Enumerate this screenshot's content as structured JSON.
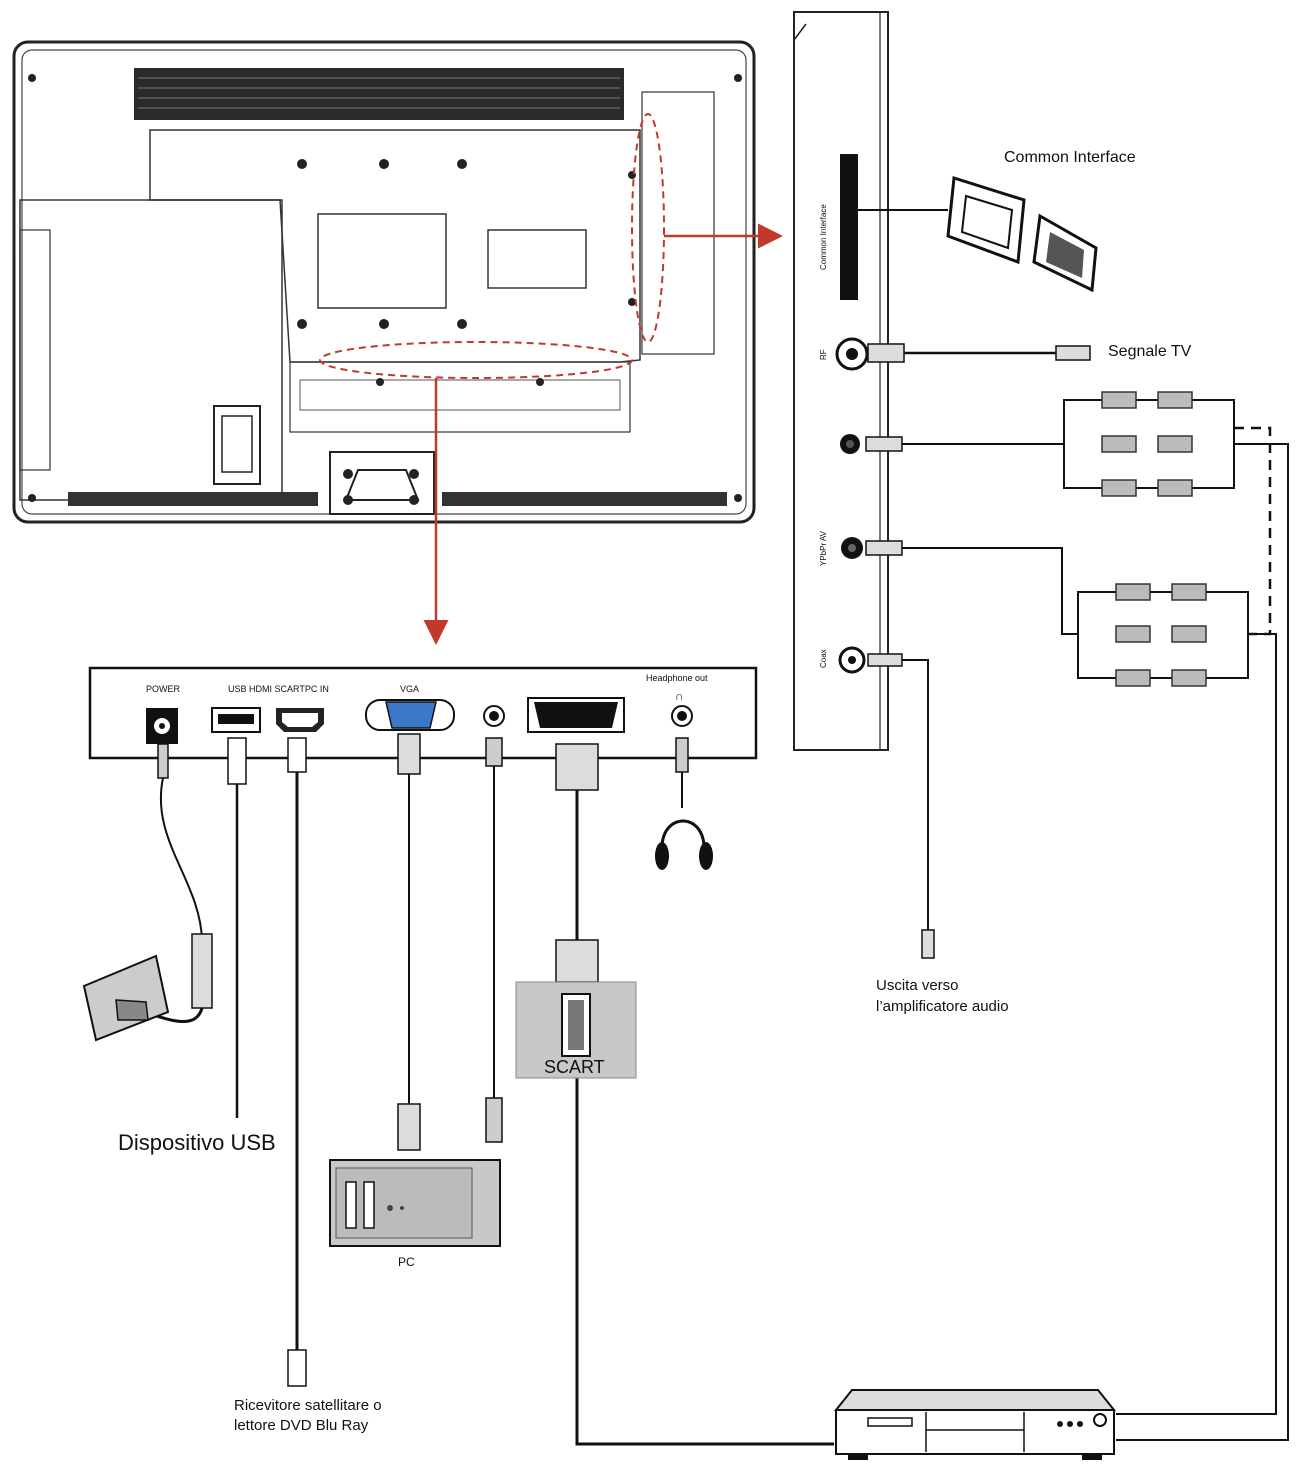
{
  "bottom_panel": {
    "ports": {
      "power": "POWER",
      "usb_hdmi_scart_pc": "USB HDMI SCARTPC IN",
      "vga": "VGA",
      "headphone": "Headphone out"
    }
  },
  "side_panel": {
    "slot_label": "Common Interface",
    "rf": "RF",
    "ypbpr_av": "YPbPr AV",
    "coax": "Coax"
  },
  "callouts": {
    "common_interface": "Common Interface",
    "segnale_tv": "Segnale TV",
    "uscita_line1": "Uscita verso",
    "uscita_line2": "l’amplificatore audio",
    "usb_device": "Dispositivo USB",
    "scart": "SCART",
    "pc": "PC",
    "ricevitore_line1": "Ricevitore satellitare o",
    "ricevitore_line2": "lettore DVD Blu Ray"
  },
  "colors": {
    "line": "#111111",
    "callout_red": "#c0392b",
    "vga_blue": "#3a78c8",
    "device_gray": "#c8c8c8"
  }
}
